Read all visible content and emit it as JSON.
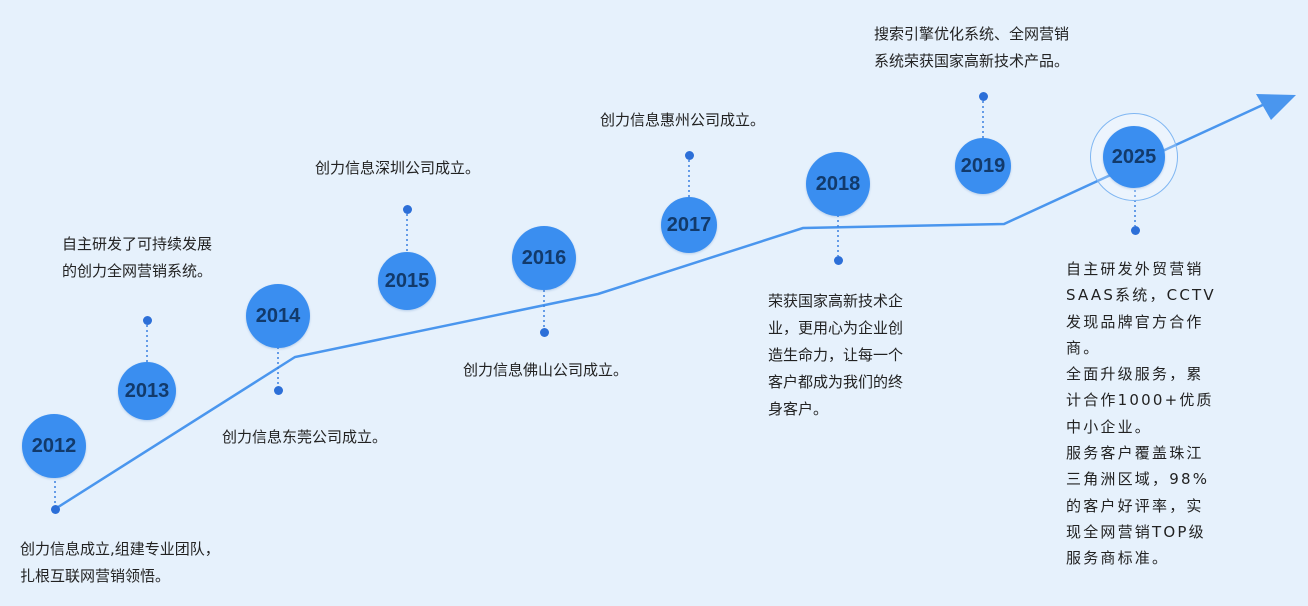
{
  "timeline": [
    {
      "year": "2012",
      "lines": [
        "创力信息成立,组建专业团队，",
        "扎根互联网营销领悟。"
      ]
    },
    {
      "year": "2013",
      "lines": [
        "自主研发了可持续发展",
        "的创力全网营销系统。"
      ]
    },
    {
      "year": "2014",
      "lines": [
        "创力信息东莞公司成立。"
      ]
    },
    {
      "year": "2015",
      "lines": [
        "创力信息深圳公司成立。"
      ]
    },
    {
      "year": "2016",
      "lines": [
        "创力信息佛山公司成立。"
      ]
    },
    {
      "year": "2017",
      "lines": [
        "创力信息惠州公司成立。"
      ]
    },
    {
      "year": "2018",
      "lines": [
        "荣获国家高新技术企",
        "业，更用心为企业创",
        "造生命力，让每一个",
        "客户都成为我们的终",
        "身客户。"
      ]
    },
    {
      "year": "2019",
      "lines": [
        "搜索引擎优化系统、全网营销",
        "系统荣获国家高新技术产品。"
      ]
    },
    {
      "year": "2025",
      "lines": [
        "自主研发外贸营销",
        "SAAS系统，CCTV",
        "发现品牌官方合作",
        "商。",
        "全面升级服务，累",
        "计合作1000+优质",
        "中小企业。",
        "服务客户覆盖珠江",
        "三角洲区域，98%",
        "的客户好评率，实",
        "现全网营销TOP级",
        "服务商标准。"
      ]
    }
  ],
  "colors": {
    "line": "#4a96ee",
    "circle": "#3a8ef0",
    "dot": "#2c6fd8",
    "year_text": "#123a6b",
    "background": "#e6f1fc"
  }
}
